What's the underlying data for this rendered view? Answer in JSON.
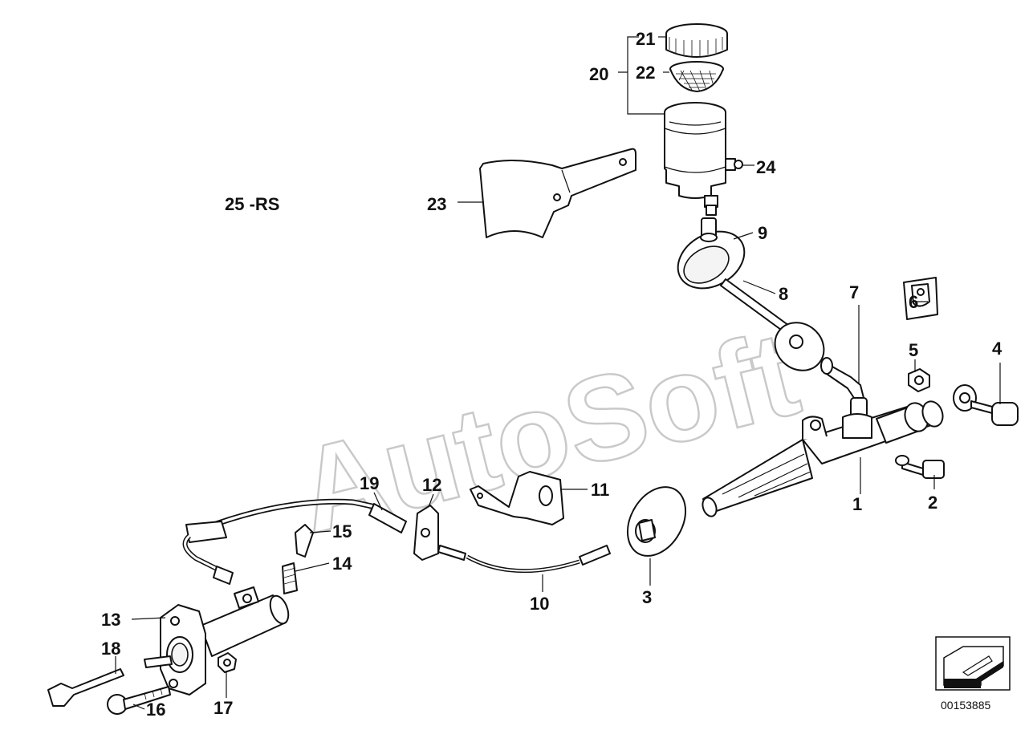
{
  "variant_label": "25 -RS",
  "watermark": "AutoSoft",
  "reference_number": "00153885",
  "callouts": [
    {
      "id": "1",
      "label": "1"
    },
    {
      "id": "2",
      "label": "2"
    },
    {
      "id": "3",
      "label": "3"
    },
    {
      "id": "4",
      "label": "4"
    },
    {
      "id": "5",
      "label": "5"
    },
    {
      "id": "6",
      "label": "6"
    },
    {
      "id": "7",
      "label": "7"
    },
    {
      "id": "8",
      "label": "8"
    },
    {
      "id": "9",
      "label": "9"
    },
    {
      "id": "10",
      "label": "10"
    },
    {
      "id": "11",
      "label": "11"
    },
    {
      "id": "12",
      "label": "12"
    },
    {
      "id": "13",
      "label": "13"
    },
    {
      "id": "14",
      "label": "14"
    },
    {
      "id": "15",
      "label": "15"
    },
    {
      "id": "16",
      "label": "16"
    },
    {
      "id": "17",
      "label": "17"
    },
    {
      "id": "18",
      "label": "18"
    },
    {
      "id": "19",
      "label": "19"
    },
    {
      "id": "20",
      "label": "20"
    },
    {
      "id": "21",
      "label": "21"
    },
    {
      "id": "22",
      "label": "22"
    },
    {
      "id": "23",
      "label": "23"
    },
    {
      "id": "24",
      "label": "24"
    }
  ]
}
